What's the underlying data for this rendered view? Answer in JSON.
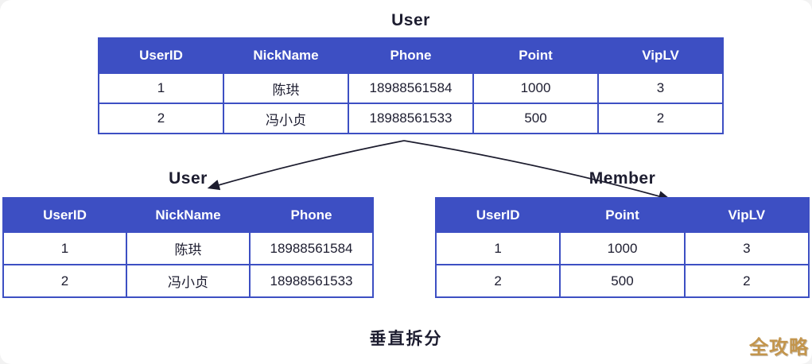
{
  "colors": {
    "table_blue": "#3d4fc3",
    "ink_dark": "#1d1d30",
    "arrow_dark": "#1c1c2e",
    "watermark_gold": "#c3954c"
  },
  "top_table": {
    "title": "User",
    "headers": [
      "UserID",
      "NickName",
      "Phone",
      "Point",
      "VipLV"
    ],
    "rows": [
      [
        "1",
        "陈珙",
        "18988561584",
        "1000",
        "3"
      ],
      [
        "2",
        "冯小贞",
        "18988561533",
        "500",
        "2"
      ]
    ]
  },
  "left_table": {
    "title": "User",
    "headers": [
      "UserID",
      "NickName",
      "Phone"
    ],
    "rows": [
      [
        "1",
        "陈珙",
        "18988561584"
      ],
      [
        "2",
        "冯小贞",
        "18988561533"
      ]
    ]
  },
  "right_table": {
    "title": "Member",
    "headers": [
      "UserID",
      "Point",
      "VipLV"
    ],
    "rows": [
      [
        "1",
        "1000",
        "3"
      ],
      [
        "2",
        "500",
        "2"
      ]
    ]
  },
  "caption": "垂直拆分",
  "watermark": "全攻略"
}
